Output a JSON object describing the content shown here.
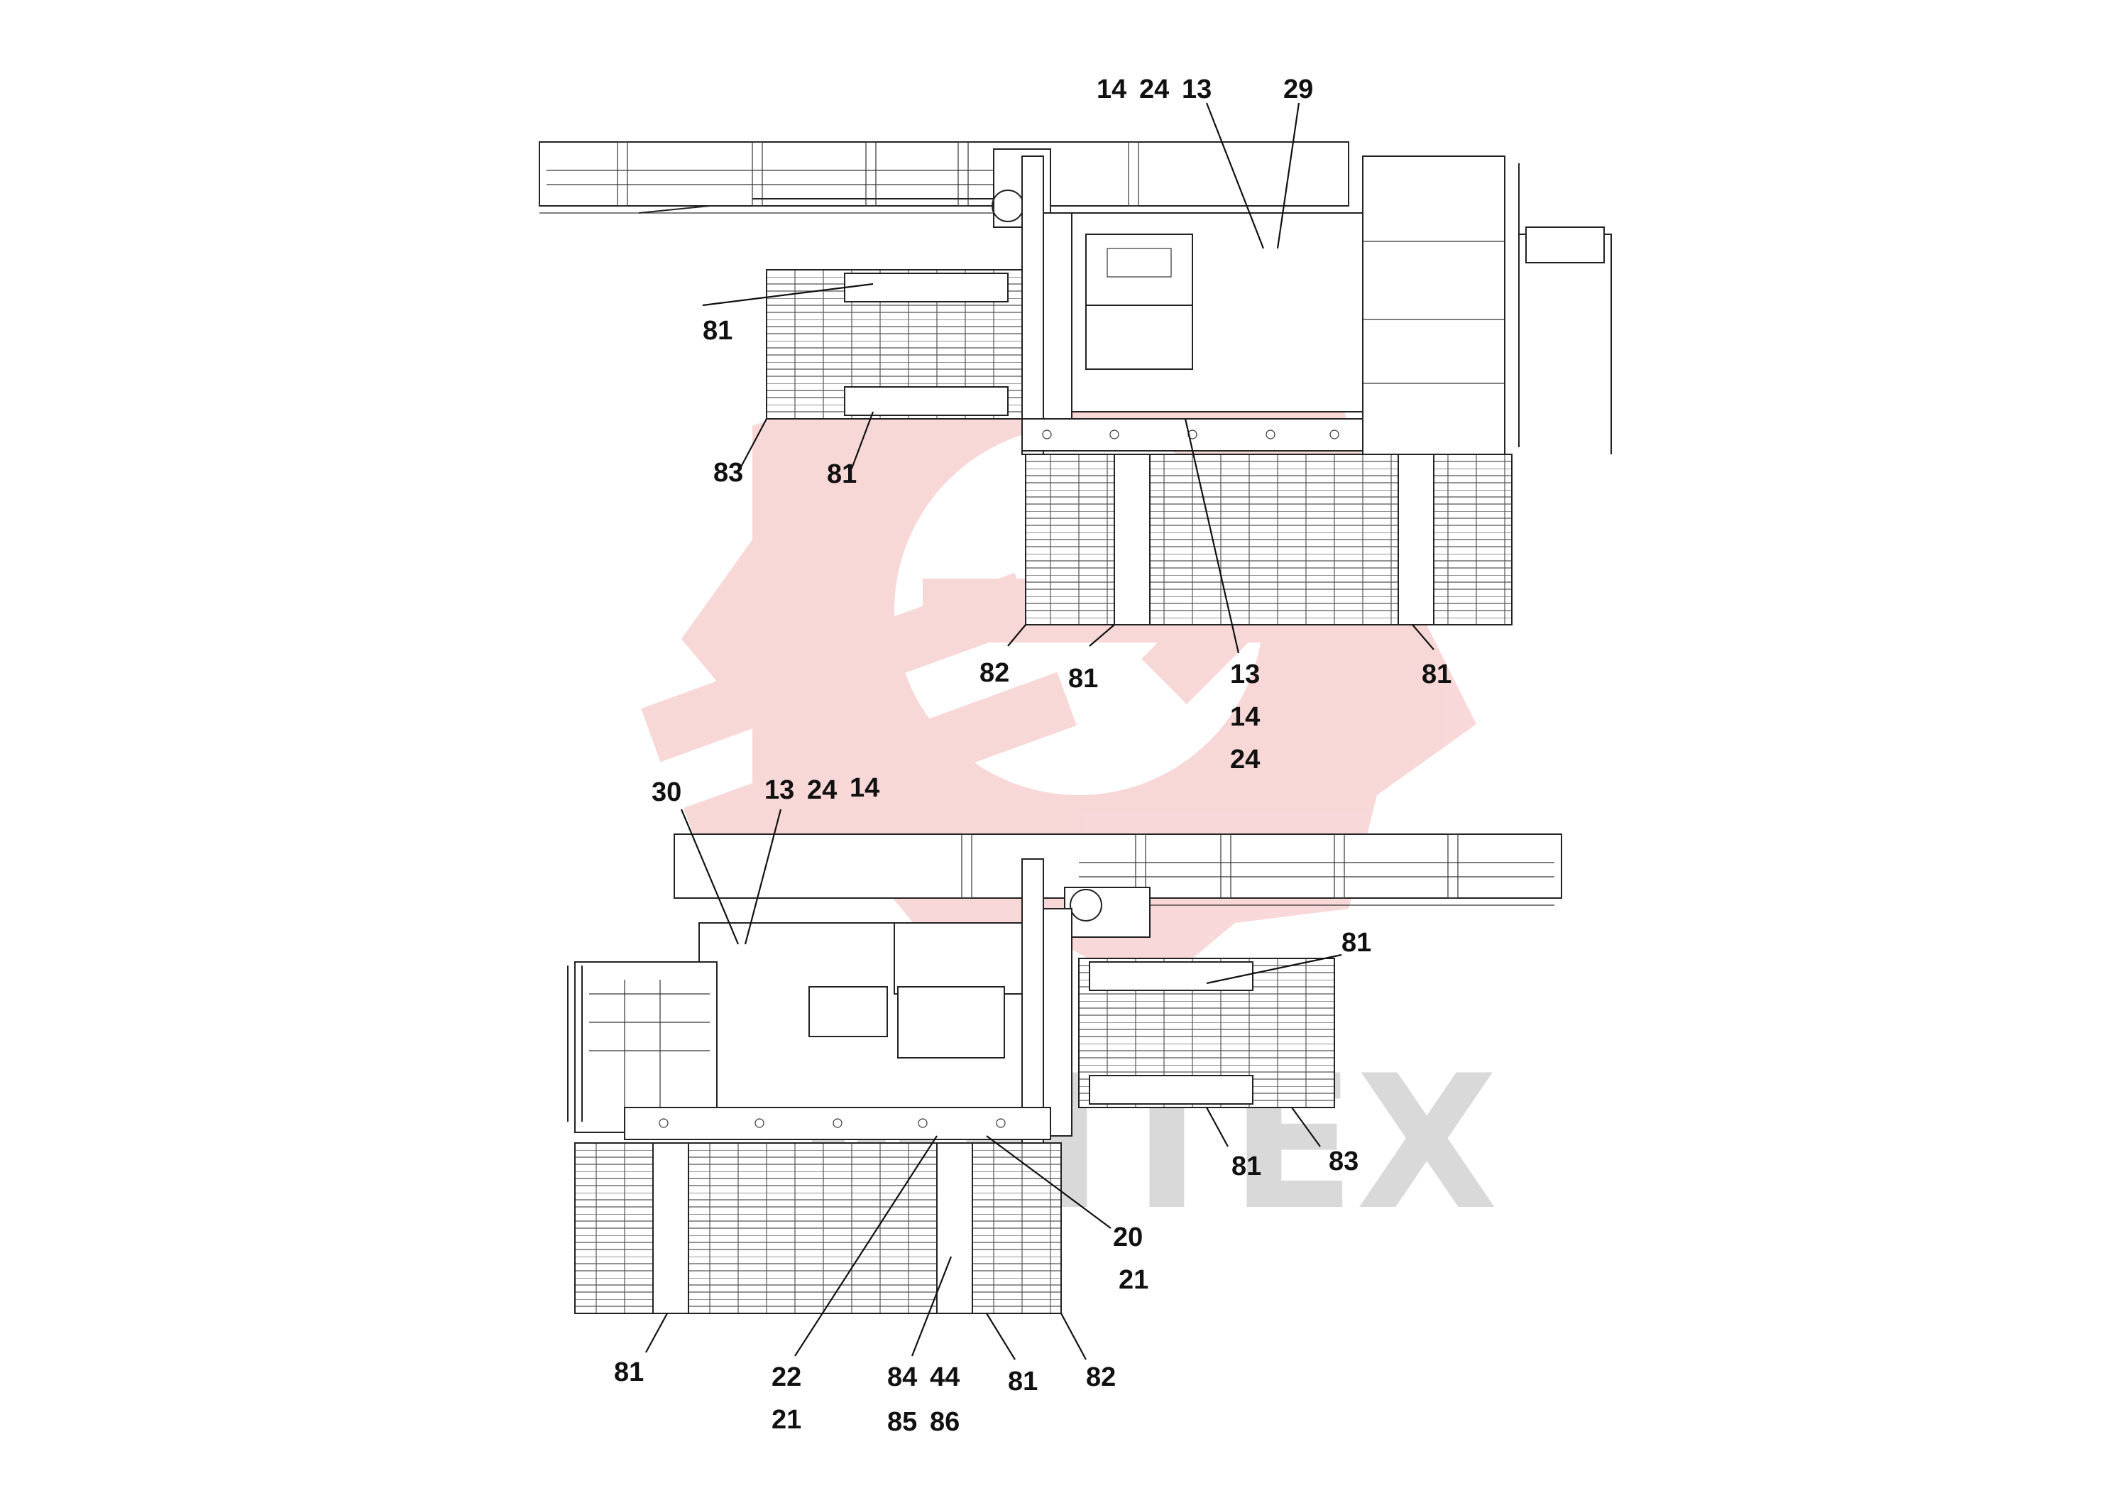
{
  "watermark": {
    "text": "ИНТЕХ",
    "color": "#f0b4b4"
  },
  "views": [
    {
      "name": "upper-view",
      "labels": [
        "14",
        "24",
        "13",
        "29",
        "81",
        "83",
        "81",
        "82",
        "81",
        "13",
        "14",
        "24",
        "81"
      ]
    },
    {
      "name": "lower-view",
      "labels": [
        "30",
        "13",
        "24",
        "14",
        "81",
        "81",
        "83",
        "20",
        "21",
        "81",
        "22",
        "21",
        "84",
        "44",
        "85",
        "86",
        "81",
        "82"
      ]
    }
  ]
}
